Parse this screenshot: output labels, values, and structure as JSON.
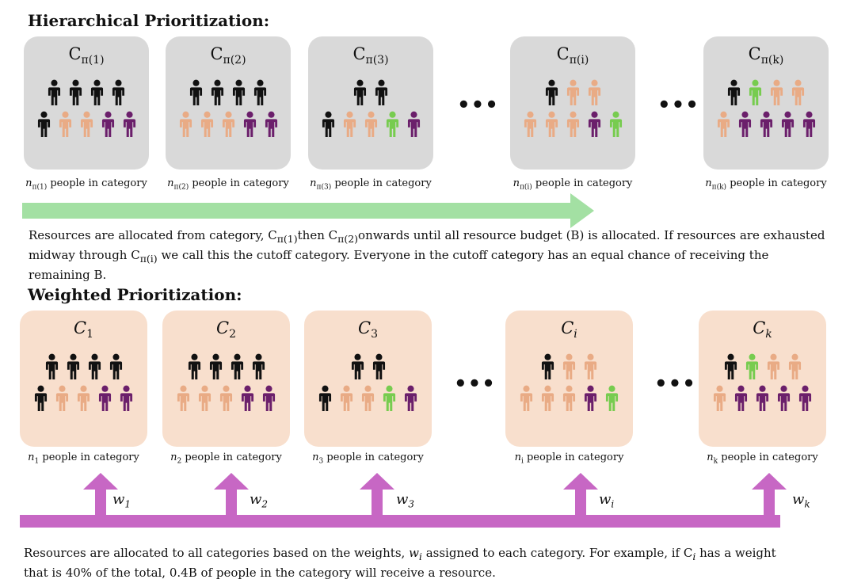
{
  "hierarchical": {
    "title": "Hierarchical Prioritization:",
    "categories": [
      {
        "label": "C",
        "sub": "π(1)",
        "caption_var": "n",
        "caption_sub": "π(1)",
        "caption_text": " people in category",
        "rows": [
          [
            "black",
            "black",
            "black",
            "black"
          ],
          [
            "black",
            "peach",
            "peach",
            "purple",
            "purple"
          ]
        ]
      },
      {
        "label": "C",
        "sub": "π(2)",
        "caption_var": "n",
        "caption_sub": "π(2)",
        "caption_text": " people in category",
        "rows": [
          [
            "black",
            "black",
            "black",
            "black"
          ],
          [
            "peach",
            "peach",
            "peach",
            "purple",
            "purple"
          ]
        ]
      },
      {
        "label": "C",
        "sub": "π(3)",
        "caption_var": "n",
        "caption_sub": "π(3)",
        "caption_text": " people in category",
        "rows": [
          [
            "black",
            "black"
          ],
          [
            "black",
            "peach",
            "peach",
            "green",
            "purple"
          ]
        ]
      },
      {
        "label": "C",
        "sub": "π(i)",
        "caption_var": "n",
        "caption_sub": "π(i)",
        "caption_text": " people in category",
        "rows": [
          [
            "black",
            "peach",
            "peach"
          ],
          [
            "peach",
            "peach",
            "peach",
            "purple",
            "green"
          ]
        ]
      },
      {
        "label": "C",
        "sub": "π(k)",
        "caption_var": "n",
        "caption_sub": "π(k)",
        "caption_text": " people in category",
        "rows": [
          [
            "black",
            "green",
            "peach",
            "peach"
          ],
          [
            "peach",
            "purple",
            "purple",
            "purple",
            "purple"
          ]
        ]
      }
    ],
    "ellipsis": "•••",
    "paragraph": {
      "l1a": "Resources are allocated from category, C",
      "l1s1": "π(1)",
      "l1b": "then C",
      "l1s2": "π(2)",
      "l1c": "onwards until all resource budget (B) is allocated. If resources are exhausted",
      "l2a": "midway through  C",
      "l2s": "π(i)",
      "l2b": " we call this the cutoff category. Everyone in the cutoff category has an equal chance of receiving the",
      "l3": "remaining B."
    }
  },
  "weighted": {
    "title": "Weighted Prioritization:",
    "categories": [
      {
        "label": "C",
        "sub": "1",
        "caption_var": "n",
        "caption_sub": "1",
        "caption_text": " people in category",
        "weight": "w",
        "weight_sub": "1",
        "rows": [
          [
            "black",
            "black",
            "black",
            "black"
          ],
          [
            "black",
            "peach",
            "peach",
            "purple",
            "purple"
          ]
        ]
      },
      {
        "label": "C",
        "sub": "2",
        "caption_var": "n",
        "caption_sub": "2",
        "caption_text": " people in category",
        "weight": "w",
        "weight_sub": "2",
        "rows": [
          [
            "black",
            "black",
            "black",
            "black"
          ],
          [
            "peach",
            "peach",
            "peach",
            "purple",
            "purple"
          ]
        ]
      },
      {
        "label": "C",
        "sub": "3",
        "caption_var": "n",
        "caption_sub": "3",
        "caption_text": " people in category",
        "weight": "w",
        "weight_sub": "3",
        "rows": [
          [
            "black",
            "black"
          ],
          [
            "black",
            "peach",
            "peach",
            "green",
            "purple"
          ]
        ]
      },
      {
        "label": "C",
        "sub": "i",
        "caption_var": "n",
        "caption_sub": "i",
        "caption_text": " people in category",
        "weight": "w",
        "weight_sub": "i",
        "rows": [
          [
            "black",
            "peach",
            "peach"
          ],
          [
            "peach",
            "peach",
            "peach",
            "purple",
            "green"
          ]
        ]
      },
      {
        "label": "C",
        "sub": "k",
        "caption_var": "n",
        "caption_sub": "k",
        "caption_text": " people in category",
        "weight": "w",
        "weight_sub": "k",
        "rows": [
          [
            "black",
            "green",
            "peach",
            "peach"
          ],
          [
            "peach",
            "purple",
            "purple",
            "purple",
            "purple"
          ]
        ]
      }
    ],
    "ellipsis": "•••",
    "paragraph": {
      "l1a": "Resources are allocated to all categories based on the weights, ",
      "l1v": "w",
      "l1vs": "i",
      "l1b": " assigned to each category. For example, if C",
      "l1cs": "i",
      "l1c": " has a weight",
      "l2": "that is 40% of the total, 0.4B of people in the category will receive a resource."
    }
  },
  "colors": {
    "black": "#111111",
    "peach": "#e9ab85",
    "purple": "#6b1f6b",
    "green": "#77cc4f",
    "gray_box": "#d9d9d9",
    "peach_box": "#f8dfcd",
    "green_arrow": "#a3e0a3",
    "purple_arrow": "#c767c4"
  }
}
